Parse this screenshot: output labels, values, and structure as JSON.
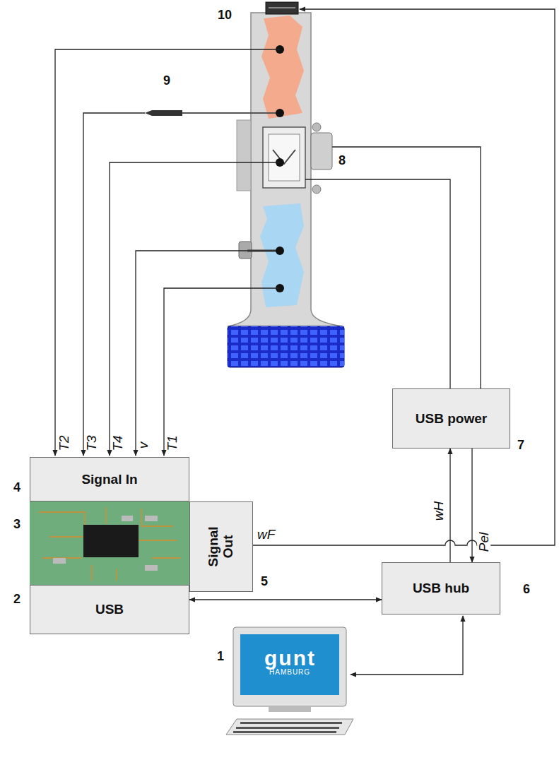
{
  "diagram": {
    "nodes": [
      {
        "text": [
          "Signal In"
        ]
      },
      {
        "text": [
          "Signal Out"
        ]
      },
      {
        "text": [
          "USB"
        ]
      },
      {
        "text": [
          "USB power"
        ]
      },
      {
        "text": [
          "USB hub"
        ]
      }
    ],
    "edges": [
      {
        "from": 2,
        "to": 4,
        "arrow": "both"
      },
      {
        "from": 4,
        "to": 3,
        "label": "wH",
        "arrow": "to"
      },
      {
        "from": 3,
        "to": 4,
        "label": "Pel",
        "arrow": "to"
      }
    ],
    "labels": [
      "10",
      "9",
      "8",
      "T2",
      "T3",
      "T4",
      "v",
      "T1",
      "4",
      "3",
      "2",
      "5",
      "7",
      "6",
      "1",
      "wF",
      "gunt",
      "HAMBURG"
    ]
  }
}
